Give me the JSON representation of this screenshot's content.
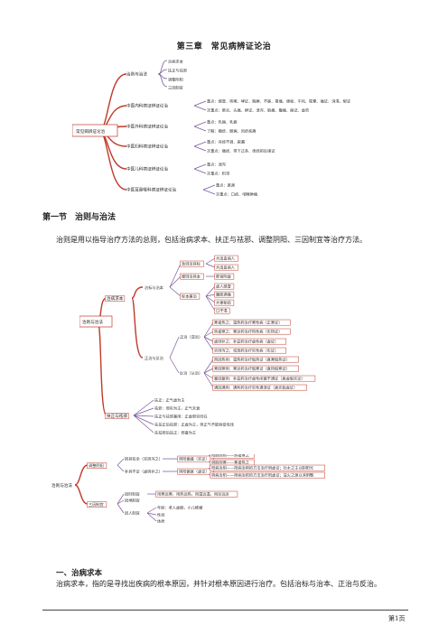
{
  "chapter_title": "第三章　常见病辨证论治",
  "mindmap1": {
    "root": "常见病辨证论治",
    "branches": [
      {
        "label": "治则与治法",
        "items": [
          "治病求本",
          "扶正与祛邪",
          "调整阴阳",
          "三因制宜"
        ]
      },
      {
        "label": "中医内科病证辨证论治",
        "items": [
          "重点：感冒、咳嗽、哮证、胸痹、不寐、胃痛、便秘、中风、眩晕、痛证、消渴、郁证",
          "次重点：肺炎、头痛、痹证、泄泻、胁痛、腹痛、痫证、虚劳"
        ]
      },
      {
        "label": "中医外科病证辨证论治",
        "items": [
          "重点：乳痈、乳癖",
          "了解：瘾疹、肠痈、风疹疙瘩"
        ]
      },
      {
        "label": "中医妇科病证辨证论治",
        "items": [
          "重点：月经不调、崩漏",
          "次重点：痛经、带下过多、绝经前后诸证"
        ]
      },
      {
        "label": "中医儿科病证辨证论治",
        "items": [
          "重点：泄泻",
          "次重点：积滞"
        ]
      },
      {
        "label": "中医耳鼻喉科病证辨证论治",
        "items": [
          "重点：鼻渊",
          "次重点：口疮、咽喉肿痛"
        ]
      }
    ]
  },
  "section_title": "第一节　治则与治法",
  "intro_text": "治则是用以指导治疗方法的总则，包括治病求本、扶正与祛邪、调整阴阳、三因制宜等治疗方法。",
  "mindmap2": {
    "root": "治则与治法",
    "branch_a": {
      "label": "治病求本",
      "b1": "治标与治本",
      "b1_items": [
        {
          "label": "急则治其标",
          "items": [
            "大出血病人",
            "大出血病人"
          ]
        },
        {
          "label": "缓则治其本",
          "items": [
            "肺肾阴虚"
          ]
        },
        {
          "label": "标本兼治",
          "items": [
            "虚人感冒",
            "腹胀满痛",
            "大便秘结",
            "口干渴"
          ]
        }
      ],
      "b2": "正治与反治",
      "b2_items": [
        {
          "label": "正治（逆治）",
          "items": [
            "寒者热之：温热药治疗寒性病（正寒证）",
            "热者寒之：寒凉药治疗热性病（实热证）",
            "虚则补之：补益药治疗虚性病（虚证）",
            "实则泻之：攻逐药治疗实性病（实证）"
          ]
        },
        {
          "label": "反治（从治）",
          "items": [
            "热因热用：温热药治疗假热证（真寒假热证）",
            "寒因寒用：寒凉药治疗假寒证（真热假寒证）",
            "塞因塞用：补益药治疗虚性闭塞不通证（真虚假实证）",
            "通因通用：通利药治疗实性通泄证（真实假虚证）"
          ]
        }
      ]
    },
    "branch_b": {
      "label": "扶正与祛邪",
      "items": [
        "扶正：正气虚为主",
        "祛邪：邪实为主，正气未衰",
        "扶正与祛邪兼用：正虚邪实同在",
        "先扶正后祛邪：正虚为主，但正气不能耐受攻伐",
        "先祛邪后扶正：邪盛为主"
      ]
    }
  },
  "mindmap3": {
    "root": "治则与治法",
    "branch_a": {
      "label": "调整阴阳",
      "items": [
        {
          "label": "损其有余（实则泻之）",
          "sub": "阴阳偏盛（实证）",
          "detail": [
            "阳胜则热——热者寒之",
            "阴胜则寒——寒者热之"
          ]
        },
        {
          "label": "补其不足（虚则补之）",
          "sub": "阴阳偏衰（虚证）",
          "detail": [
            "阳病治阴——阳病治阴的方法治疗阴虚证；壮水之主以制阳光",
            "阴病治阳——阴病治阳的方法治疗阳虚证；益火之源以消阴翳"
          ]
        }
      ]
    },
    "branch_b": {
      "label": "三因制宜",
      "items": [
        {
          "label": "因时制宜",
          "detail": "用寒远寒，用热远热，用温远温，用凉远凉"
        },
        {
          "label": "因地制宜",
          "detail": ""
        },
        {
          "label": "因人制宜",
          "detail": [
            "年龄：老人虚弱，小儿稚嫩",
            "性别",
            "体质"
          ]
        }
      ]
    }
  },
  "subsection_title": "一、治病求本",
  "body_text": "治病求本，指的是寻找出疾病的根本原因，并针对根本原因进行治疗。包括治标与治本、正治与反治。",
  "page_number": "第1页"
}
